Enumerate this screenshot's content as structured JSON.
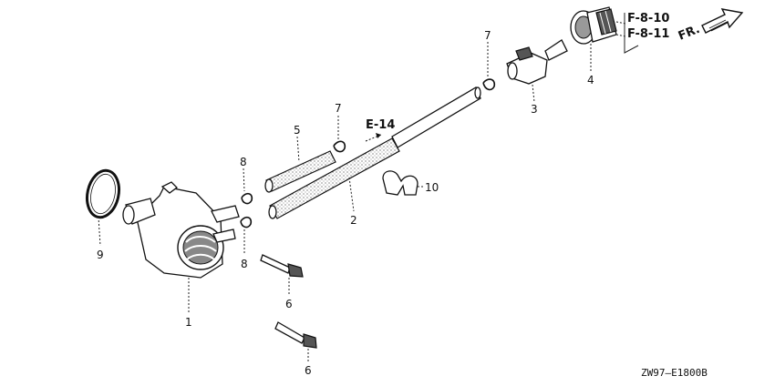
{
  "diagram": {
    "parts": [
      {
        "id": "1",
        "label": "1"
      },
      {
        "id": "2",
        "label": "2"
      },
      {
        "id": "3",
        "label": "3"
      },
      {
        "id": "4",
        "label": "4"
      },
      {
        "id": "5",
        "label": "5"
      },
      {
        "id": "6a",
        "label": "6"
      },
      {
        "id": "6b",
        "label": "6"
      },
      {
        "id": "7a",
        "label": "7"
      },
      {
        "id": "7b",
        "label": "7"
      },
      {
        "id": "8a",
        "label": "8"
      },
      {
        "id": "8b",
        "label": "8"
      },
      {
        "id": "9",
        "label": "9"
      },
      {
        "id": "10",
        "label": "10"
      }
    ],
    "references": {
      "e14": "E-14",
      "f810": "F-8-10",
      "f811": "F-8-11",
      "front": "FR."
    },
    "drawing_code": "ZW97–E1800B"
  }
}
